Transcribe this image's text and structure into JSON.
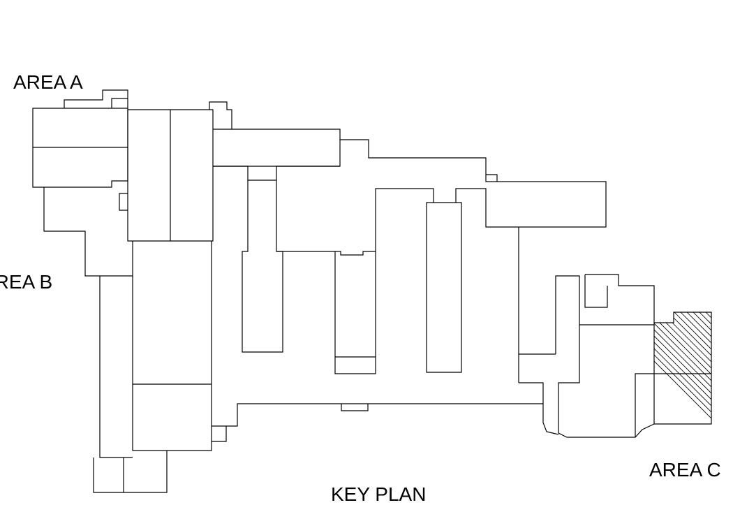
{
  "labels": {
    "area_a": "AREA A",
    "area_b": "AREA B",
    "area_c": "AREA C",
    "key_plan": "KEY PLAN"
  },
  "colors": {
    "line": "#000000",
    "background": "#ffffff"
  }
}
